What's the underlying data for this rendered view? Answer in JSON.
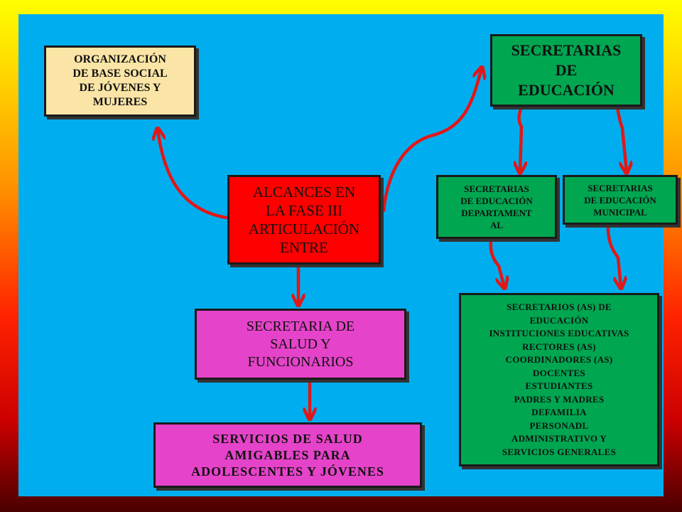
{
  "nodes": {
    "organizacion": "ORGANIZACIÓN\nDE BASE SOCIAL\nDE JÓVENES Y\nMUJERES",
    "alcances": "ALCANCES EN\nLA FASE III\nARTICULACIÓN\nENTRE",
    "secretaria_salud": "SECRETARIA DE\nSALUD Y\nFUNCIONARIOS",
    "servicios": "SERVICIOS DE SALUD\nAMIGABLES PARA\nADOLESCENTES Y JÓVENES",
    "secretarias_educacion": "SECRETARIAS\nDE\nEDUCACIÓN",
    "departamental": "SECRETARIAS\nDE EDUCACIÓN\nDEPARTAMENT\nAL",
    "municipal": "SECRETARIAS\nDE EDUCACIÓN\nMUNICIPAL",
    "actores": "SECRETARIOS (AS) DE\nEDUCACIÓN\nINSTITUCIONES EDUCATIVAS\nRECTORES (AS)\nCOORDINADORES (AS)\nDOCENTES\nESTUDIANTES\nPADRES Y MADRES\nDEFAMILIA\nPERSONADL\nADMINISTRATIVO Y\nSERVICIOS GENERALES"
  },
  "colors": {
    "panel": "#00aeef",
    "arrow": "#e01818",
    "red_box": "#ff0000",
    "green_box": "#00a650",
    "magenta_box": "#e543c9",
    "cream_box": "#fbe5a6"
  }
}
